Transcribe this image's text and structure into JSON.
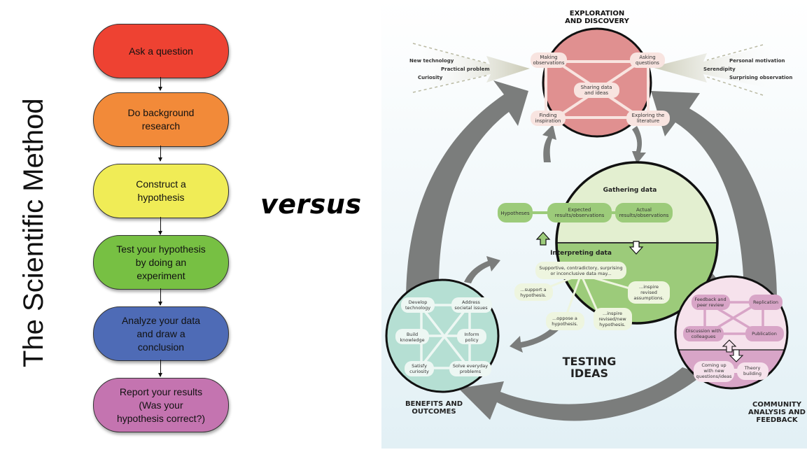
{
  "left": {
    "title": "The Scientific Method",
    "steps": [
      {
        "label": "Ask a question",
        "color": "#ee4232"
      },
      {
        "label": "Do background\nresearch",
        "color": "#f28a39"
      },
      {
        "label": "Construct a\nhypothesis",
        "color": "#f0ec56"
      },
      {
        "label": "Test your hypothesis\nby doing an\nexperiment",
        "color": "#77c043"
      },
      {
        "label": "Analyze your data\nand draw a\nconclusion",
        "color": "#4e6bb6"
      },
      {
        "label": "Report your results\n(Was your\nhypothesis correct?)",
        "color": "#c474b0"
      }
    ]
  },
  "middle": {
    "versus": "versus"
  },
  "right": {
    "exploration": {
      "title_line1": "EXPLORATION",
      "title_line2": "AND DISCOVERY",
      "color": "#e09090",
      "nodes": {
        "making_observations": [
          "Making",
          "observations"
        ],
        "asking_questions": [
          "Asking",
          "questions"
        ],
        "sharing_data": [
          "Sharing data",
          "and ideas"
        ],
        "finding_inspiration": [
          "Finding",
          "inspiration"
        ],
        "exploring_literature": [
          "Exploring the",
          "literature"
        ]
      }
    },
    "left_inputs": [
      "New technology",
      "Practical problem",
      "Curiosity"
    ],
    "right_inputs": [
      "Personal motivation",
      "Serendipity",
      "Surprising observation"
    ],
    "testing": {
      "title_line1": "TESTING",
      "title_line2": "IDEAS",
      "gathering": {
        "title": "Gathering data",
        "color": "#e3efd0",
        "nodes": {
          "hypotheses": [
            "Hypotheses"
          ],
          "expected": [
            "Expected",
            "results/observations"
          ],
          "actual": [
            "Actual",
            "results/observations"
          ]
        }
      },
      "interpreting": {
        "title": "Interpreting data",
        "color": "#9ccb7a",
        "nodes": {
          "center": [
            "Supportive, contradictory, surprising",
            "or inconclusive data may..."
          ],
          "support": [
            "...support a",
            "hypothesis."
          ],
          "oppose": [
            "...oppose a",
            "hypothesis."
          ],
          "revised_hyp": [
            "...inspire",
            "revised/new",
            "hypothesis."
          ],
          "revised_assump": [
            "...inspire",
            "revised",
            "assumptions."
          ]
        }
      }
    },
    "benefits": {
      "title_line1": "BENEFITS AND",
      "title_line2": "OUTCOMES",
      "color": "#b5dfd3",
      "nodes": {
        "develop_tech": [
          "Develop",
          "technology"
        ],
        "address_issues": [
          "Address",
          "societal issues"
        ],
        "build_knowledge": [
          "Build",
          "knowledge"
        ],
        "inform_policy": [
          "Inform",
          "policy"
        ],
        "satisfy_curiosity": [
          "Satisfy",
          "curiosity"
        ],
        "solve_problems": [
          "Solve everyday",
          "problems"
        ]
      }
    },
    "community": {
      "title_line1": "COMMUNITY",
      "title_line2": "ANALYSIS AND",
      "title_line3": "FEEDBACK",
      "color_top": "#f6e2ec",
      "color_bottom": "#d8a5c7",
      "nodes": {
        "feedback": [
          "Feedback and",
          "peer review"
        ],
        "replication": [
          "Replication"
        ],
        "discussion": [
          "Discussion with",
          "colleagues"
        ],
        "publication": [
          "Publication"
        ],
        "coming_up": [
          "Coming up",
          "with new",
          "questions/ideas"
        ],
        "theory": [
          "Theory",
          "building"
        ]
      }
    }
  }
}
